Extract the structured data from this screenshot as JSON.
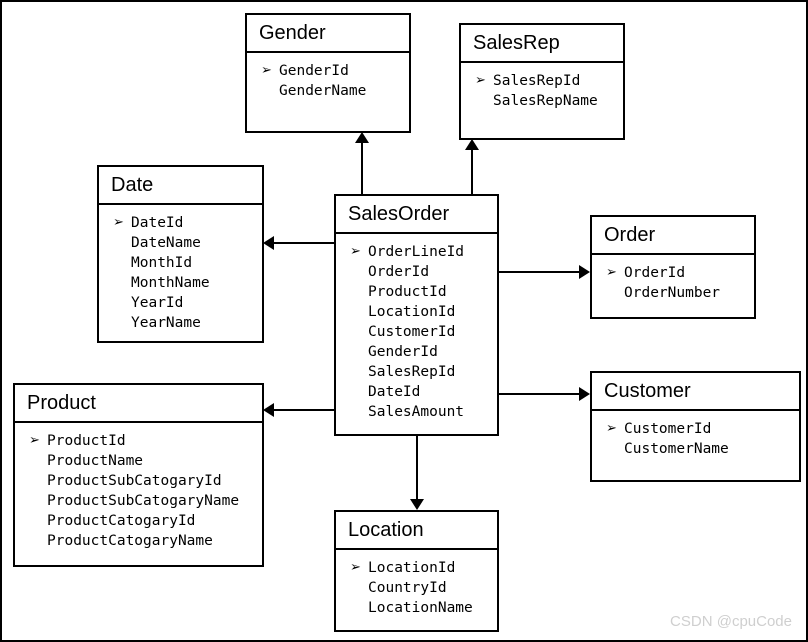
{
  "diagram": {
    "type": "star-schema",
    "key_marker": "➢",
    "watermark": "CSDN @cpuCode",
    "colors": {
      "background": "#ffffff",
      "stroke": "#000000",
      "watermark": "#cfcfcf"
    },
    "entities": [
      {
        "id": "gender",
        "title": "Gender",
        "fields": [
          {
            "name": "GenderId",
            "key": true
          },
          {
            "name": "GenderName",
            "key": false
          }
        ]
      },
      {
        "id": "salesrep",
        "title": "SalesRep",
        "fields": [
          {
            "name": "SalesRepId",
            "key": true
          },
          {
            "name": "SalesRepName",
            "key": false
          }
        ]
      },
      {
        "id": "date",
        "title": "Date",
        "fields": [
          {
            "name": "DateId",
            "key": true
          },
          {
            "name": "DateName",
            "key": false
          },
          {
            "name": "MonthId",
            "key": false
          },
          {
            "name": "MonthName",
            "key": false
          },
          {
            "name": "YearId",
            "key": false
          },
          {
            "name": "YearName",
            "key": false
          }
        ]
      },
      {
        "id": "salesorder",
        "title": "SalesOrder",
        "fields": [
          {
            "name": "OrderLineId",
            "key": true
          },
          {
            "name": "OrderId",
            "key": false
          },
          {
            "name": "ProductId",
            "key": false
          },
          {
            "name": "LocationId",
            "key": false
          },
          {
            "name": "CustomerId",
            "key": false
          },
          {
            "name": "GenderId",
            "key": false
          },
          {
            "name": "SalesRepId",
            "key": false
          },
          {
            "name": "DateId",
            "key": false
          },
          {
            "name": "SalesAmount",
            "key": false
          }
        ]
      },
      {
        "id": "order",
        "title": "Order",
        "fields": [
          {
            "name": "OrderId",
            "key": true
          },
          {
            "name": "OrderNumber",
            "key": false
          }
        ]
      },
      {
        "id": "customer",
        "title": "Customer",
        "fields": [
          {
            "name": "CustomerId",
            "key": true
          },
          {
            "name": "CustomerName",
            "key": false
          }
        ]
      },
      {
        "id": "product",
        "title": "Product",
        "fields": [
          {
            "name": "ProductId",
            "key": true
          },
          {
            "name": "ProductName",
            "key": false
          },
          {
            "name": "ProductSubCatogaryId",
            "key": false
          },
          {
            "name": "ProductSubCatogaryName",
            "key": false
          },
          {
            "name": "ProductCatogaryId",
            "key": false
          },
          {
            "name": "ProductCatogaryName",
            "key": false
          }
        ]
      },
      {
        "id": "location",
        "title": "Location",
        "fields": [
          {
            "name": "LocationId",
            "key": true
          },
          {
            "name": "CountryId",
            "key": false
          },
          {
            "name": "LocationName",
            "key": false
          }
        ]
      }
    ],
    "relationships": [
      {
        "from": "salesorder",
        "to": "gender",
        "direction": "up"
      },
      {
        "from": "salesorder",
        "to": "salesrep",
        "direction": "up"
      },
      {
        "from": "salesorder",
        "to": "date",
        "direction": "left"
      },
      {
        "from": "salesorder",
        "to": "product",
        "direction": "left"
      },
      {
        "from": "salesorder",
        "to": "order",
        "direction": "right"
      },
      {
        "from": "salesorder",
        "to": "customer",
        "direction": "right"
      },
      {
        "from": "salesorder",
        "to": "location",
        "direction": "down"
      }
    ]
  }
}
